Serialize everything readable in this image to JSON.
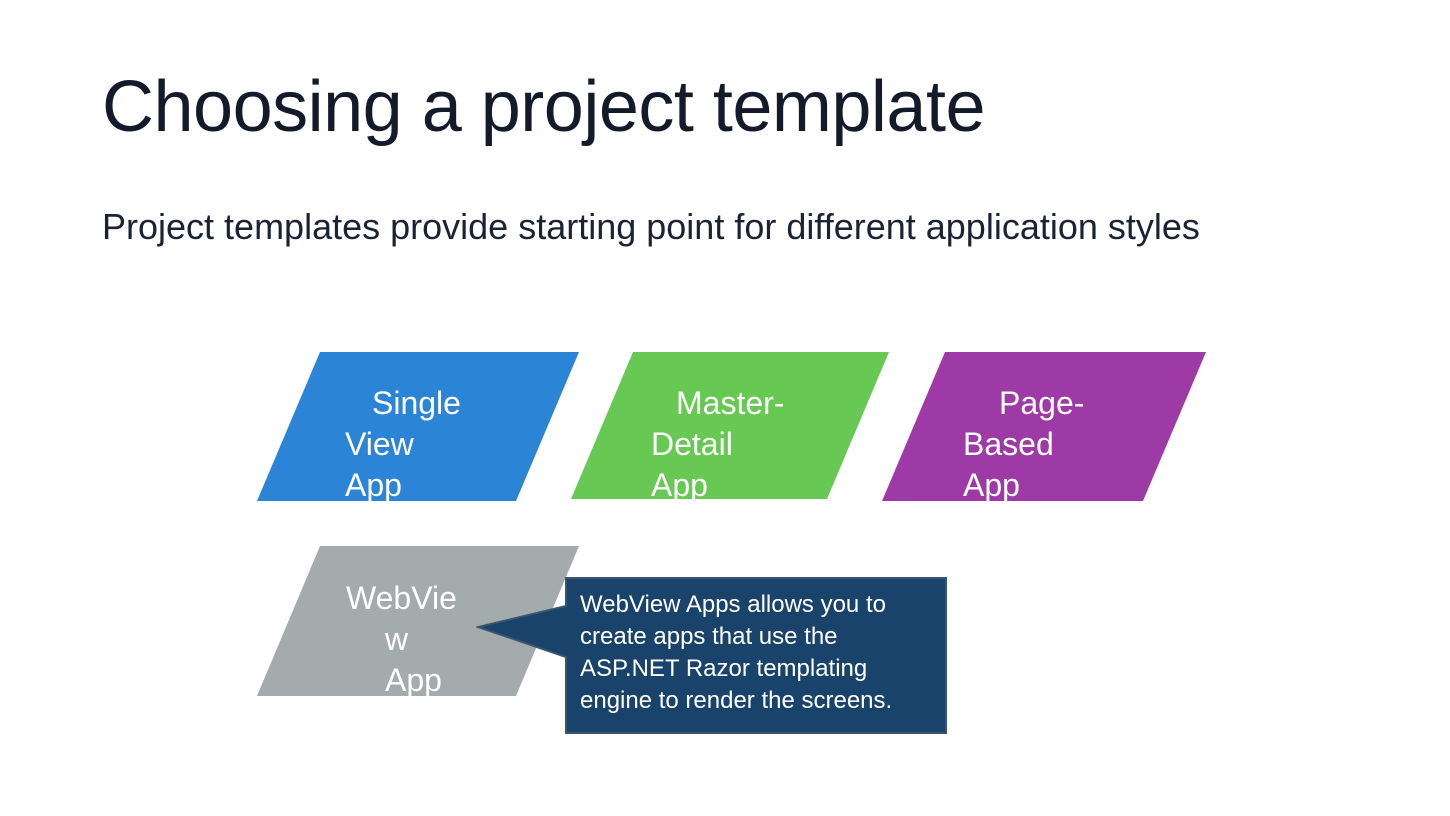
{
  "slide": {
    "title": "Choosing a project template",
    "subtitle": "Project templates provide starting point for different application styles"
  },
  "templates": [
    {
      "lines": [
        "Single",
        "View",
        "App"
      ],
      "color": "#2b84d6"
    },
    {
      "lines": [
        "Master-",
        "Detail",
        "App"
      ],
      "color": "#67c953"
    },
    {
      "lines": [
        "Page-",
        "Based",
        "App"
      ],
      "color": "#9e3aa6"
    },
    {
      "lines": [
        "WebVie",
        "w",
        "App"
      ],
      "color": "#a4abad"
    }
  ],
  "callout": {
    "text": "WebView Apps allows you to create apps that use the ASP.NET Razor templating engine to render the screens.",
    "color": "#19436a"
  }
}
